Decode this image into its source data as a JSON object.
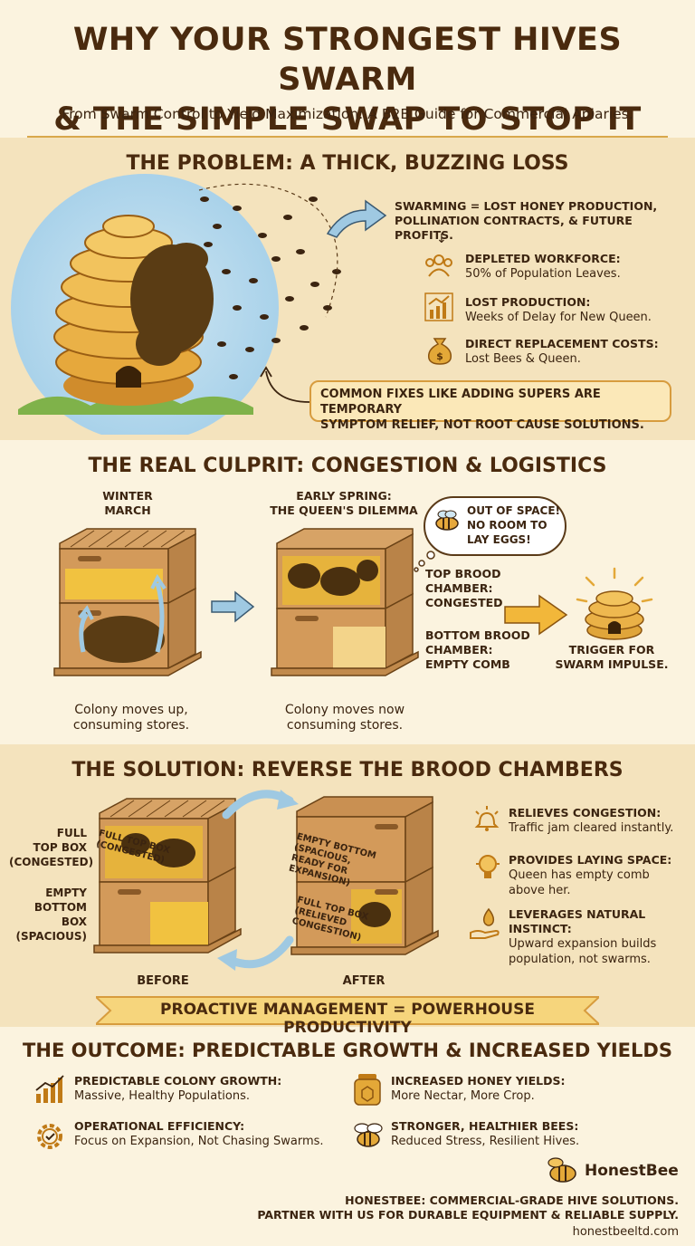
{
  "header": {
    "title_line1": "WHY YOUR STRONGEST HIVES SWARM",
    "title_line2": "& THE SIMPLE SWAP TO STOP IT",
    "subtitle": "From Swarm Control to Yield Maximization: A B2B Guide for Commercial Apiaries."
  },
  "problem": {
    "title": "THE PROBLEM: A THICK, BUZZING LOSS",
    "headline_line1": "SWARMING = LOST HONEY PRODUCTION,",
    "headline_line2": "POLLINATION CONTRACTS, & FUTURE PROFITS.",
    "items": [
      {
        "title": "DEPLETED WORKFORCE:",
        "text": "50% of Population Leaves.",
        "icon": "people-icon"
      },
      {
        "title": "LOST PRODUCTION:",
        "text": "Weeks of Delay for New Queen.",
        "icon": "chart-decline-icon"
      },
      {
        "title": "DIRECT REPLACEMENT COSTS:",
        "text": "Lost Bees & Queen.",
        "icon": "money-bag-icon"
      }
    ],
    "callout_line1": "COMMON FIXES LIKE ADDING SUPERS ARE TEMPORARY",
    "callout_line2": "SYMPTOM RELIEF, NOT ROOT CAUSE SOLUTIONS."
  },
  "culprit": {
    "title": "THE REAL CULPRIT: CONGESTION & LOGISTICS",
    "winter_line1": "WINTER",
    "winter_line2": "MARCH",
    "spring_line1": "EARLY SPRING:",
    "spring_line2": "THE QUEEN'S DILEMMA",
    "bubble_line1": "OUT OF SPACE!",
    "bubble_line2": "NO ROOM TO",
    "bubble_line3": "LAY EGGS!",
    "top_line1": "TOP BROOD",
    "top_line2": "CHAMBER:",
    "top_line3": "CONGESTED",
    "bottom_line1": "BOTTOM BROOD",
    "bottom_line2": "CHAMBER:",
    "bottom_line3": "EMPTY COMB",
    "trigger_line1": "TRIGGER FOR",
    "trigger_line2": "SWARM IMPULSE.",
    "caption1_line1": "Colony moves up,",
    "caption1_line2": "consuming stores.",
    "caption2_line1": "Colony moves now",
    "caption2_line2": "consuming stores."
  },
  "solution": {
    "title": "THE SOLUTION: REVERSE THE BROOD CHAMBERS",
    "full_top_line1": "FULL",
    "full_top_line2": "TOP BOX",
    "full_top_line3": "(CONGESTED)",
    "empty_bottom_line1": "EMPTY",
    "empty_bottom_line2": "BOTTOM BOX",
    "empty_bottom_line3": "(SPACIOUS)",
    "box_label_full": "FULL TOP BOX (CONGESTED)",
    "box_label_empty": "EMPTY BOTTOM (SPACIOUS, READY FOR EXPANSION)",
    "box_label_relieved": "FULL TOP BOX (RELIEVED CONGESTION)",
    "before": "BEFORE",
    "after": "AFTER",
    "benefits": [
      {
        "title": "RELIEVES CONGESTION:",
        "text1": "Traffic jam cleared instantly.",
        "text2": "",
        "text3": "",
        "icon": "bell-icon"
      },
      {
        "title": "PROVIDES LAYING SPACE:",
        "text1": "Queen has empty comb",
        "text2": "above her.",
        "text3": "",
        "icon": "lightbulb-icon"
      },
      {
        "title": "LEVERAGES NATURAL",
        "title2": "INSTINCT:",
        "text1": "Upward expansion builds",
        "text2": "population, not swarms.",
        "icon": "hand-drop-icon"
      }
    ],
    "banner": "PROACTIVE MANAGEMENT = POWERHOUSE PRODUCTIVITY"
  },
  "outcome": {
    "title": "THE OUTCOME: PREDICTABLE GROWTH & INCREASED YIELDS",
    "items": [
      {
        "title": "PREDICTABLE COLONY GROWTH:",
        "text": "Massive, Healthy Populations.",
        "icon": "growth-chart-icon"
      },
      {
        "title": "INCREASED HONEY YIELDS:",
        "text": "More Nectar, More Crop.",
        "icon": "honey-jar-icon"
      },
      {
        "title": "OPERATIONAL EFFICIENCY:",
        "text": "Focus on Expansion, Not Chasing Swarms.",
        "icon": "gear-icon"
      },
      {
        "title": "STRONGER, HEALTHIER BEES:",
        "text": "Reduced Stress, Resilient Hives.",
        "icon": "bee-icon"
      }
    ]
  },
  "footer": {
    "brand": "HonestBee",
    "line1": "HONESTBEE: COMMERCIAL-GRADE HIVE SOLUTIONS.",
    "line2": "PARTNER WITH US FOR DURABLE EQUIPMENT & RELIABLE SUPPLY.",
    "website": "honestbeeltd.com"
  },
  "colors": {
    "background": "#fbf3df",
    "band": "#f4e3bd",
    "title": "#4a2a0e",
    "honey": "#e0a53a",
    "wood": "#c9935a",
    "arrow_blue": "#9fc9e2"
  }
}
